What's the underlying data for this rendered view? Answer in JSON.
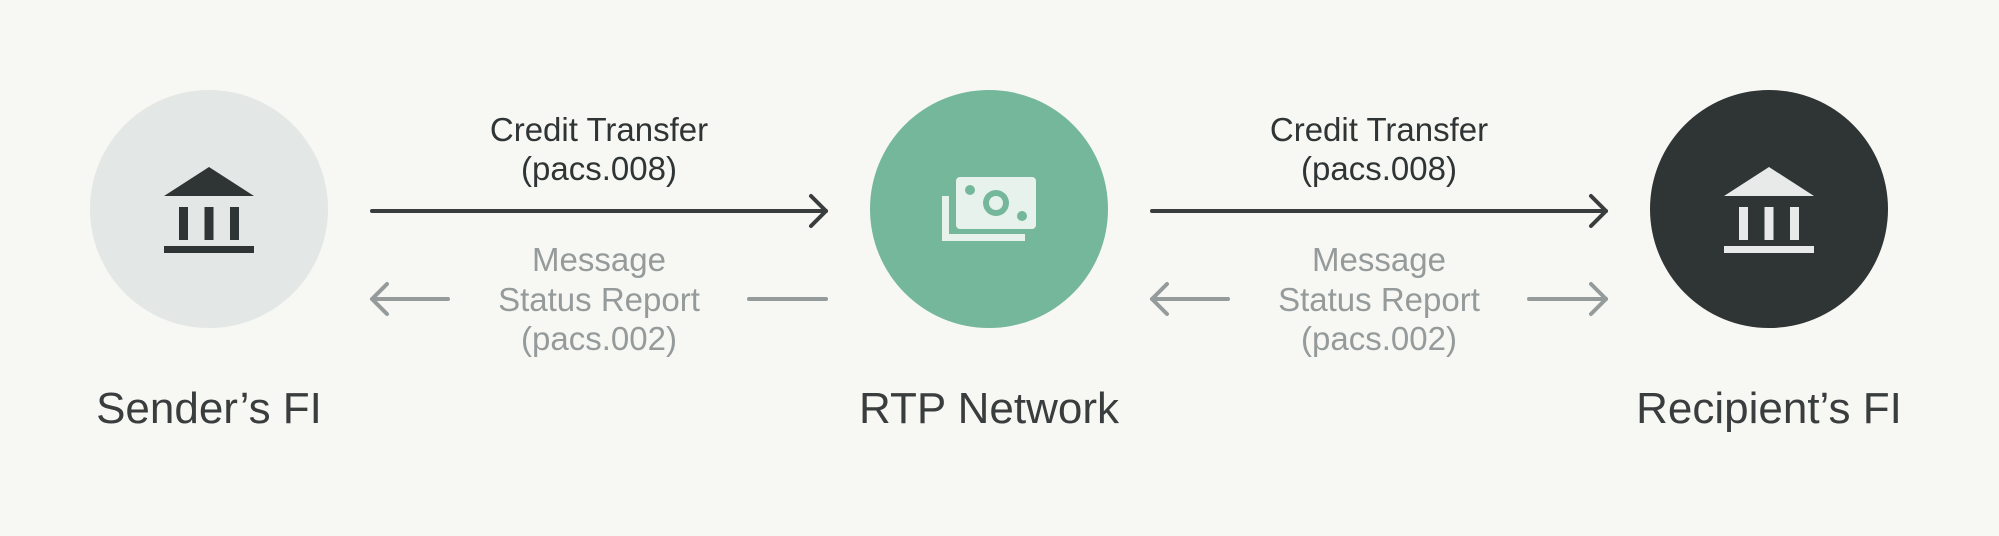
{
  "nodes": {
    "sender": {
      "label": "Sender’s FI",
      "icon": "bank-icon",
      "fill": "#e3e7e6",
      "icon_color": "#2f3434"
    },
    "network": {
      "label": "RTP Network",
      "icon": "cash-icon",
      "fill": "#74b79b",
      "icon_color": "#e8f2ec"
    },
    "recipient": {
      "label": "Recipient’s FI",
      "icon": "bank-icon",
      "fill": "#2f3434",
      "icon_color": "#e8eaea"
    }
  },
  "links": {
    "left": {
      "credit": {
        "line1": "Credit Transfer",
        "line2": "(pacs.008)"
      },
      "status": {
        "line1": "Message",
        "line2": "Status Report",
        "line3": "(pacs.002)"
      }
    },
    "right": {
      "credit": {
        "line1": "Credit Transfer",
        "line2": "(pacs.008)"
      },
      "status": {
        "line1": "Message",
        "line2": "Status Report",
        "line3": "(pacs.002)"
      }
    }
  },
  "colors": {
    "background": "#f7f7f3",
    "arrow_dark": "#3a3d3d",
    "arrow_light": "#959b9b"
  }
}
